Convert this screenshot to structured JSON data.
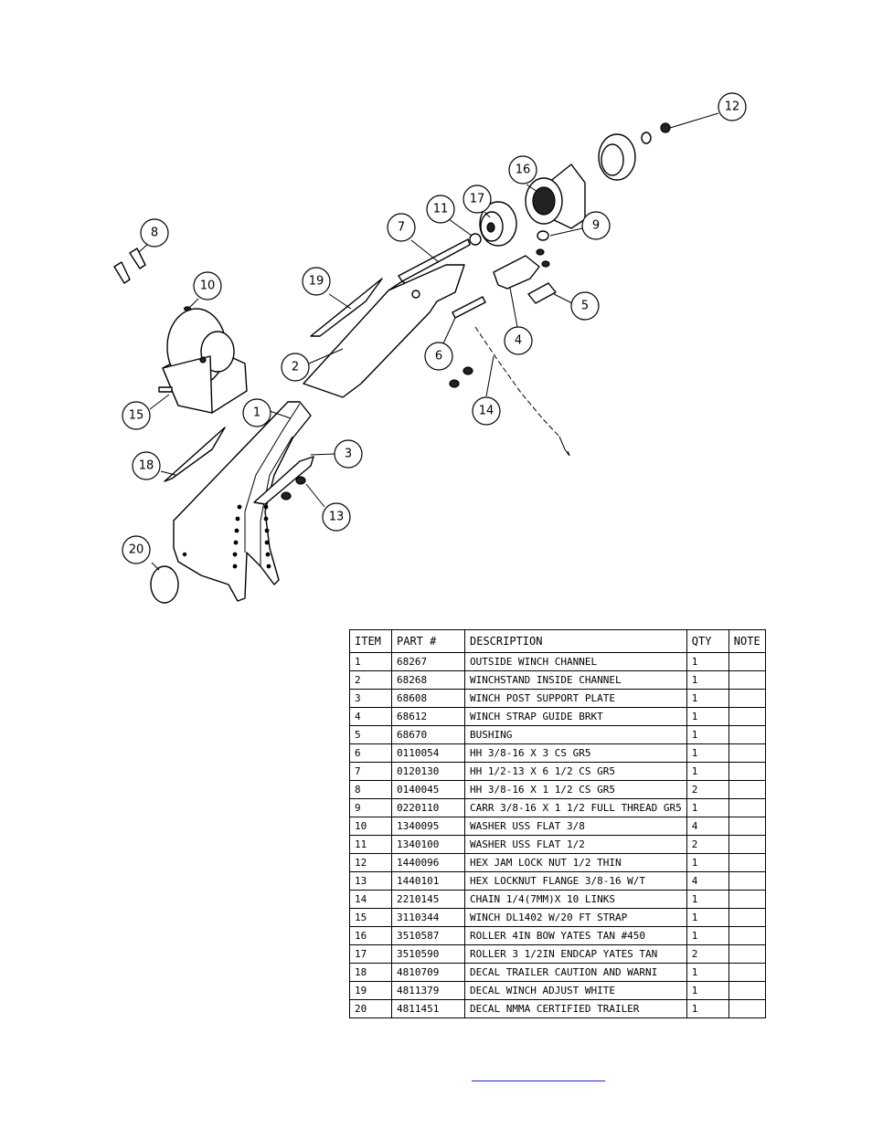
{
  "callouts": [
    {
      "label": "1"
    },
    {
      "label": "2"
    },
    {
      "label": "3"
    },
    {
      "label": "4"
    },
    {
      "label": "5"
    },
    {
      "label": "6"
    },
    {
      "label": "7"
    },
    {
      "label": "8"
    },
    {
      "label": "9"
    },
    {
      "label": "10"
    },
    {
      "label": "11"
    },
    {
      "label": "12"
    },
    {
      "label": "13"
    },
    {
      "label": "14"
    },
    {
      "label": "15"
    },
    {
      "label": "16"
    },
    {
      "label": "17"
    },
    {
      "label": "18"
    },
    {
      "label": "19"
    },
    {
      "label": "20"
    }
  ],
  "bom": {
    "headers": {
      "item": "ITEM",
      "part": "PART #",
      "description": "DESCRIPTION",
      "qty": "QTY",
      "note": "NOTE"
    },
    "rows": [
      {
        "item": "1",
        "part": "68267",
        "description": "OUTSIDE WINCH CHANNEL",
        "qty": "1",
        "note": ""
      },
      {
        "item": "2",
        "part": "68268",
        "description": "WINCHSTAND   INSIDE CHANNEL",
        "qty": "1",
        "note": ""
      },
      {
        "item": "3",
        "part": "68608",
        "description": "WINCH POST SUPPORT PLATE",
        "qty": "1",
        "note": ""
      },
      {
        "item": "4",
        "part": "68612",
        "description": "WINCH STRAP GUIDE BRKT",
        "qty": "1",
        "note": ""
      },
      {
        "item": "5",
        "part": "68670",
        "description": "BUSHING",
        "qty": "1",
        "note": ""
      },
      {
        "item": "6",
        "part": "0110054",
        "description": "HH 3/8-16 X 3 CS GR5",
        "qty": "1",
        "note": ""
      },
      {
        "item": "7",
        "part": "0120130",
        "description": "HH 1/2-13 X 6 1/2 CS GR5",
        "qty": "1",
        "note": ""
      },
      {
        "item": "8",
        "part": "0140045",
        "description": "HH 3/8-16 X 1 1/2 CS GR5",
        "qty": "2",
        "note": ""
      },
      {
        "item": "9",
        "part": "0220110",
        "description": "CARR 3/8-16 X 1 1/2 FULL THREAD GR5",
        "qty": "1",
        "note": ""
      },
      {
        "item": "10",
        "part": "1340095",
        "description": "WASHER USS FLAT 3/8",
        "qty": "4",
        "note": ""
      },
      {
        "item": "11",
        "part": "1340100",
        "description": "WASHER USS FLAT 1/2",
        "qty": "2",
        "note": ""
      },
      {
        "item": "12",
        "part": "1440096",
        "description": "HEX JAM LOCK NUT 1/2 THIN",
        "qty": "1",
        "note": ""
      },
      {
        "item": "13",
        "part": "1440101",
        "description": "HEX LOCKNUT FLANGE 3/8-16 W/T",
        "qty": "4",
        "note": ""
      },
      {
        "item": "14",
        "part": "2210145",
        "description": "CHAIN 1/4(7MM)X 10 LINKS",
        "qty": "1",
        "note": ""
      },
      {
        "item": "15",
        "part": "3110344",
        "description": "WINCH DL1402 W/20 FT STRAP",
        "qty": "1",
        "note": ""
      },
      {
        "item": "16",
        "part": "3510587",
        "description": "ROLLER 4IN BOW YATES TAN #450",
        "qty": "1",
        "note": ""
      },
      {
        "item": "17",
        "part": "3510590",
        "description": "ROLLER 3 1/2IN ENDCAP YATES TAN",
        "qty": "2",
        "note": ""
      },
      {
        "item": "18",
        "part": "4810709",
        "description": "DECAL TRAILER CAUTION AND WARNI",
        "qty": "1",
        "note": ""
      },
      {
        "item": "19",
        "part": "4811379",
        "description": "DECAL WINCH ADJUST WHITE",
        "qty": "1",
        "note": ""
      },
      {
        "item": "20",
        "part": "4811451",
        "description": "DECAL NMMA CERTIFIED TRAILER",
        "qty": "1",
        "note": ""
      }
    ]
  },
  "footer": {
    "link_text": ""
  },
  "colors": {
    "line": "#000000",
    "background": "#ffffff",
    "link": "#1a1aff"
  }
}
